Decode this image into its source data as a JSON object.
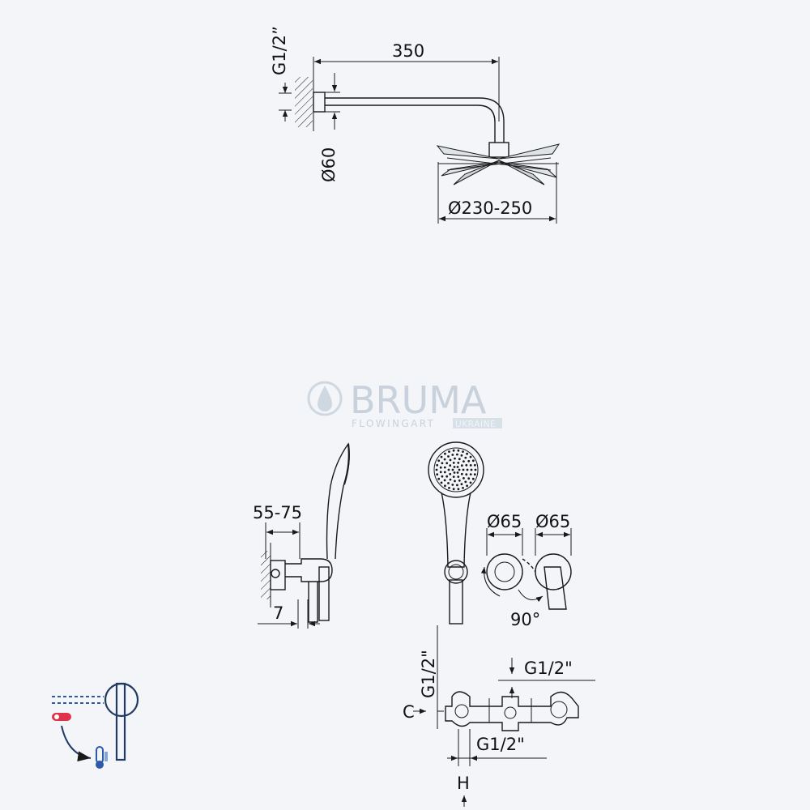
{
  "watermark": {
    "brand": "BRUMA",
    "tagline": "FLOWINGART",
    "region": "UKRAINE"
  },
  "head_shower": {
    "arm_length": "350",
    "thread": "G1/2”",
    "flange_diameter": "Ø60",
    "head_diameter": "Ø230-250"
  },
  "hand_shower": {
    "projection": "55-75",
    "depth": "7"
  },
  "mixer": {
    "escutcheon_left": "Ø65",
    "escutcheon_right": "Ø65",
    "handle_rotation": "90°"
  },
  "body": {
    "thread_top": "G1/2\"",
    "thread_left": "G1/2\"",
    "thread_bottom": "G1/2\"",
    "label_c": "C",
    "label_h": "H"
  },
  "colors": {
    "line": "#1a1a1a",
    "background": "#f3f5f8",
    "hot": "#e0324a",
    "cold": "#2b5aa8"
  }
}
